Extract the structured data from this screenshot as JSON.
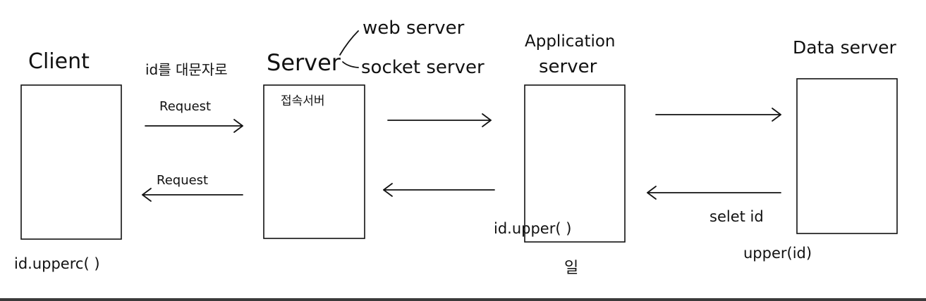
{
  "client": {
    "title": "Client",
    "note": "id.upperc( )"
  },
  "server": {
    "title": "Server",
    "kinds": [
      "web server",
      "socket server"
    ],
    "inner_label": "접속서버"
  },
  "application_server": {
    "title_line1": "Application",
    "title_line2": "server",
    "note_left": "id.upper( )",
    "note_below": "일"
  },
  "data_server": {
    "title": "Data server",
    "note_query": "selet id",
    "note_func": "upper(id)"
  },
  "arrows": {
    "top_caption": "id를 대문자로",
    "request_label": "Request",
    "response_label": "Request"
  }
}
